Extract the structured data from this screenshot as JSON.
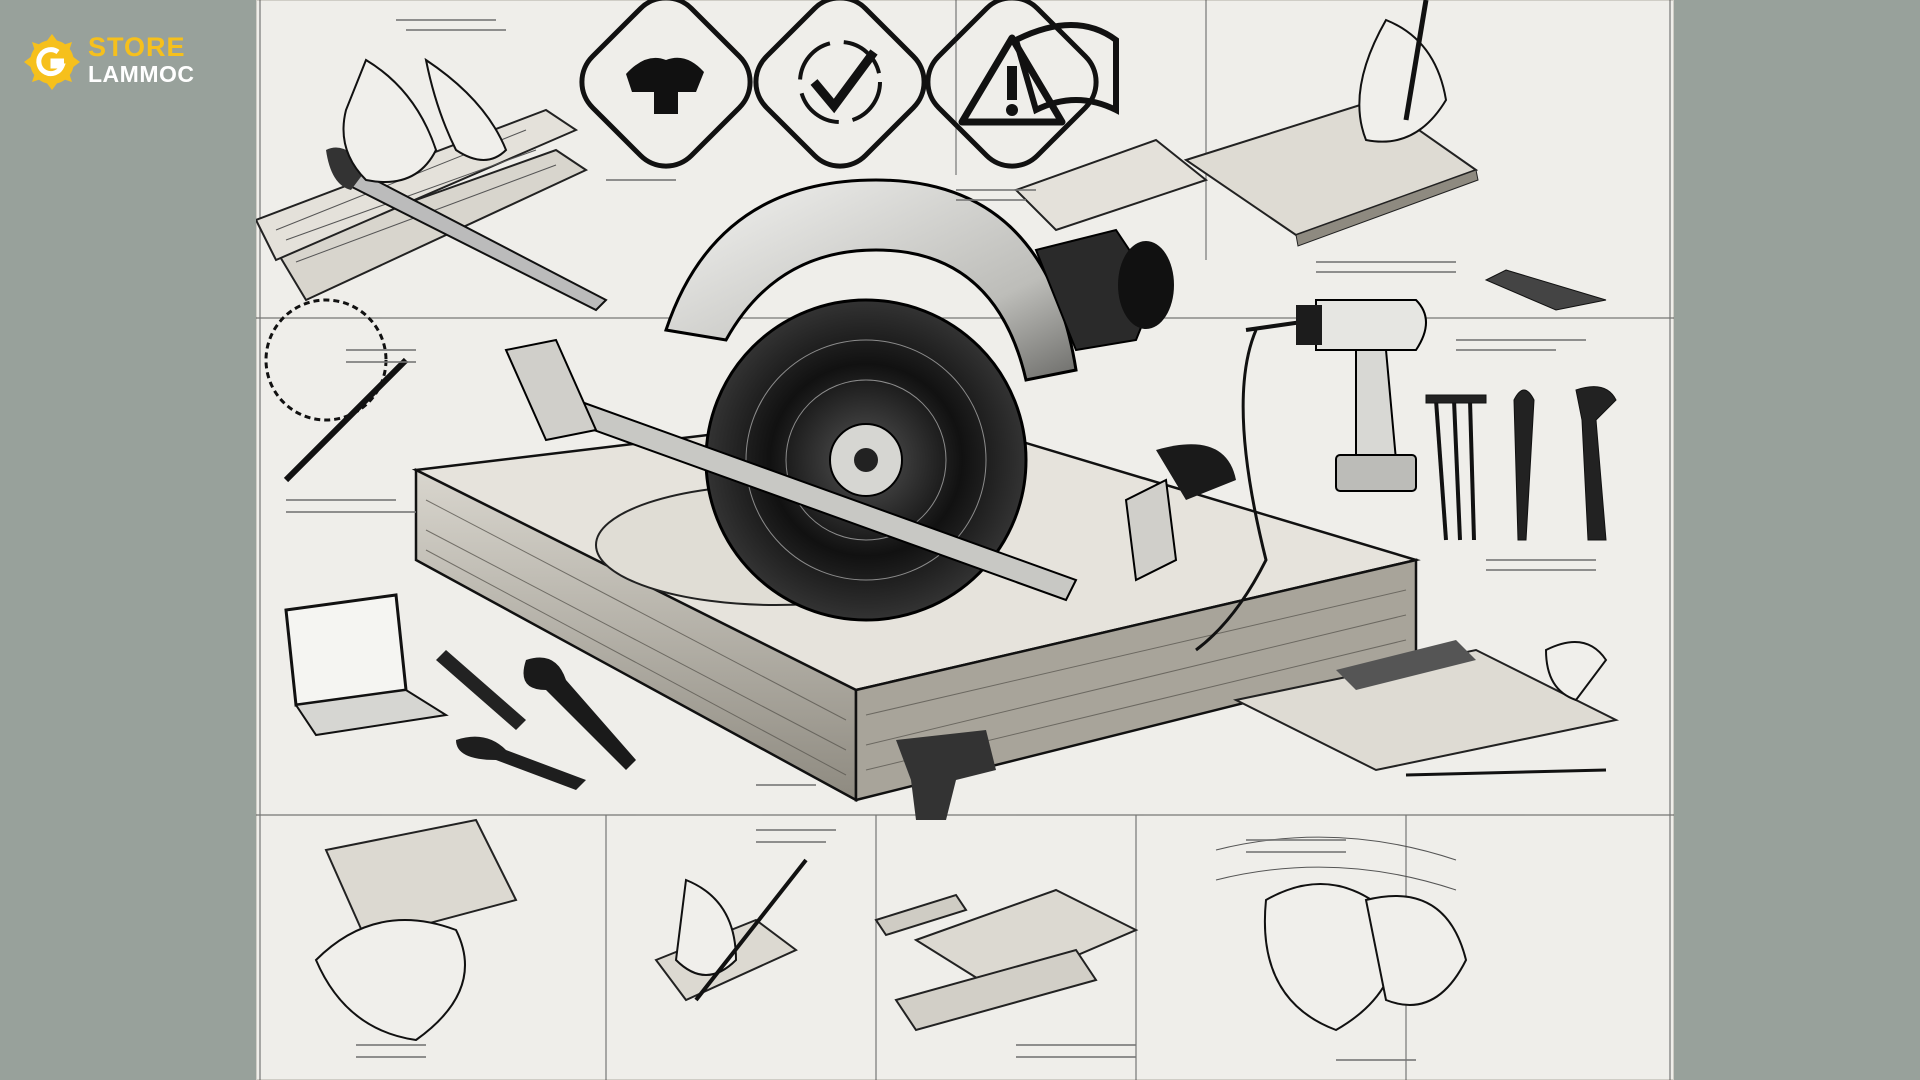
{
  "logo": {
    "line1": "STORE",
    "line2": "LAMMOC",
    "badge_icon": "saw-blade-gear-icon",
    "colors": {
      "yellow": "#f6c01c",
      "white": "#ffffff"
    }
  },
  "illustration": {
    "style": "black-and-white pencil sketch",
    "main_subject": "circular-saw-on-workbench",
    "safety_icons": [
      "clamp-safety-icon",
      "checkmark-cycle-icon",
      "warning-triangle-icon"
    ],
    "tools_shown": [
      "hand-saw",
      "power-drill",
      "pliers",
      "screwdriver",
      "utility-knife",
      "wrench",
      "clamp",
      "screws-and-bolts",
      "laptop",
      "protractor-ruler",
      "pencil"
    ],
    "colors": {
      "background": "#98a19b",
      "paper": "#efeeea",
      "ink": "#1a1a1a"
    }
  }
}
